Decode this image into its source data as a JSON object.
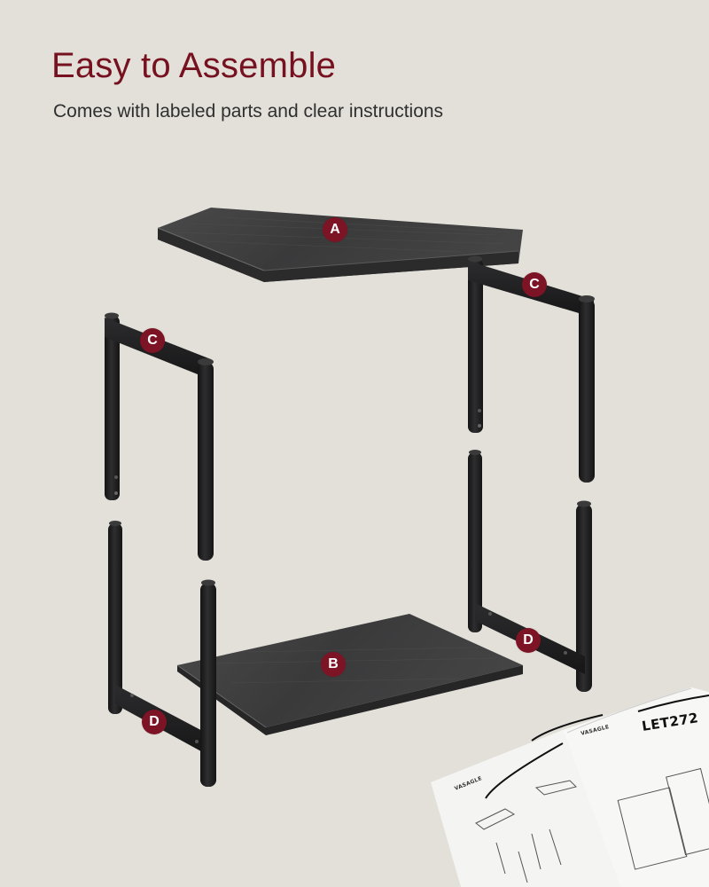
{
  "header": {
    "title": "Easy to Assemble",
    "subtitle": "Comes with labeled parts and clear instructions"
  },
  "colors": {
    "background": "#e3e0da",
    "title": "#76111f",
    "badge": "#7d1426",
    "wood": "#3b3b3c",
    "metal": "#1f1f20"
  },
  "parts": [
    {
      "label": "A",
      "name": "top-panel"
    },
    {
      "label": "B",
      "name": "bottom-panel"
    },
    {
      "label": "C",
      "name": "upper-frame-left"
    },
    {
      "label": "C",
      "name": "upper-frame-right"
    },
    {
      "label": "D",
      "name": "lower-frame-left"
    },
    {
      "label": "D",
      "name": "lower-frame-right"
    }
  ],
  "manual": {
    "model": "LET272",
    "brand": "VASAGLE"
  }
}
